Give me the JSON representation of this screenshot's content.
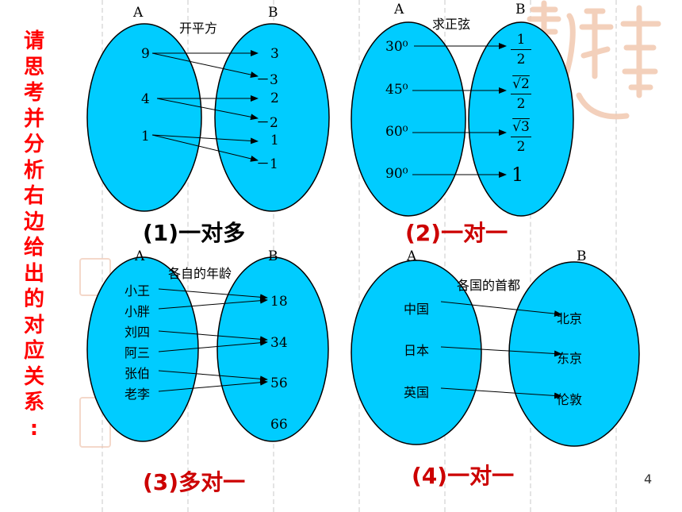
{
  "title_vertical": [
    "请",
    "思",
    "考",
    "并",
    "分",
    "析",
    "右",
    "边",
    "给",
    "出",
    "的",
    "对",
    "应",
    "关",
    "系",
    ":"
  ],
  "page_number": "4",
  "colors": {
    "title": "#ff0000",
    "ellipse_fill": "#00ccff",
    "caption1": "#000000",
    "caption_other": "#cc0000"
  },
  "diagrams": [
    {
      "caption": "(1)一对多",
      "set_a_label": "A",
      "set_b_label": "B",
      "heading": "开平方",
      "a_items": [
        "9",
        "4",
        "1"
      ],
      "b_items": [
        "3",
        "－3",
        "2",
        "－2",
        "1",
        "－1"
      ]
    },
    {
      "caption": "(2)一对一",
      "set_a_label": "A",
      "set_b_label": "B",
      "heading": "求正弦",
      "a_items": [
        "30⁰",
        "45⁰",
        "60⁰",
        "90⁰"
      ],
      "b_items": [
        {
          "num": "1",
          "den": "2"
        },
        {
          "num": "√2",
          "den": "2"
        },
        {
          "num": "√3",
          "den": "2"
        },
        {
          "value": "1"
        }
      ]
    },
    {
      "caption": "(3)多对一",
      "set_a_label": "A",
      "set_b_label": "B",
      "heading": "各自的年龄",
      "a_items": [
        "小王",
        "小胖",
        "刘四",
        "阿三",
        "张伯",
        "老李"
      ],
      "b_items": [
        "18",
        "34",
        "56",
        "66"
      ]
    },
    {
      "caption": "(4)一对一",
      "set_a_label": "A",
      "set_b_label": "B",
      "heading": "各国的首都",
      "a_items": [
        "中国",
        "日本",
        "英国"
      ],
      "b_items": [
        "北京",
        "东京",
        "伦敦"
      ]
    }
  ]
}
